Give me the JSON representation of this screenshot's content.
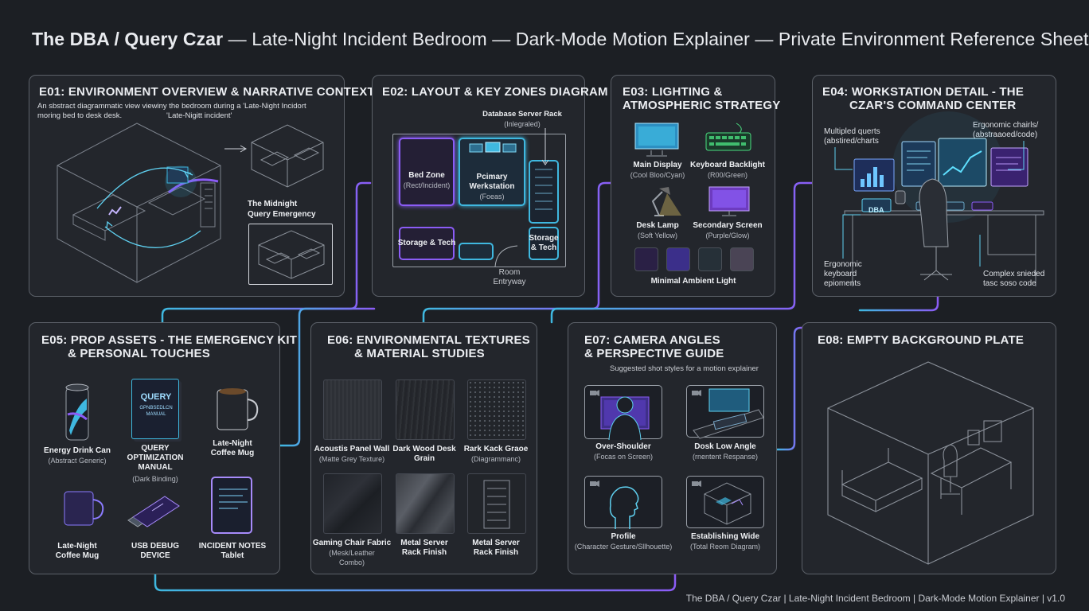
{
  "header": {
    "title_bold": "The DBA / Query Czar",
    "title_rest": " — Late-Night Incident Bedroom — Dark-Mode Motion Explainer — Private Environment Reference Sheet"
  },
  "footer": "The DBA / Query Czar | Late-Night Incident Bedroom | Dark-Mode Motion Explainer | v1.0",
  "colors": {
    "bg": "#1c1f24",
    "panel": "#23262c",
    "border": "#5b6068",
    "accent_cyan": "#3fb8e0",
    "accent_purple": "#8b5cf6"
  },
  "e01": {
    "title": "E01: ENVIRONMENT OVERVIEW & NARRATIVE CONTEXT",
    "desc1": "An sbstract diagrammatic view viewiny the bedroom during a 'Late-Night Incidort",
    "desc2": "moring bed to desk desk.",
    "desc3": "'Late-Nigitt incident'",
    "inset1": "The Midnight",
    "inset2": "Query Emergency"
  },
  "e02": {
    "title": "E02: LAYOUT & KEY ZONES DIAGRAM",
    "rack1": "Database Server Rack",
    "rack2": "(Inlegraled)",
    "bed1": "Bed Zone",
    "bed2": "(Rect/Incident)",
    "ws1": "Pcimary",
    "ws2": "Werkstation",
    "ws3": "(Foeas)",
    "st1": "Storage & Tech",
    "st2a": "Storage",
    "st2b": "& Tech",
    "entry1": "Room",
    "entry2": "Entryway"
  },
  "e03": {
    "title1": "E03: LIGHTING &",
    "title2": "ATMOSPHERIC STRATEGY",
    "main1": "Main Display",
    "main2": "(Cool Bloo/Cyan)",
    "kb1": "Keyboard Backlight",
    "kb2": "(R00/Green)",
    "lamp1": "Desk Lamp",
    "lamp2": "(Soft Yellow)",
    "sec1": "Secondary Screen",
    "sec2": "(Purple/Glow)",
    "ambient": "Minimal Ambient Light",
    "swatches": [
      "#2a2045",
      "#3b2f8a",
      "#263038",
      "#4a4455"
    ]
  },
  "e04": {
    "title1": "E04: WORKSTATION DETAIL - THE",
    "title2": "CZAR'S COMMAND CENTER",
    "l1a": "Multipled querts",
    "l1b": "(abstired/charts",
    "l2a": "Ergonomic chairls/",
    "l2b": "(abstraaoed/code)",
    "l3a": "Ergonomic",
    "l3b": "keyboard",
    "l3c": "epioments",
    "l4a": "Complex snieded",
    "l4b": "tasc soso code",
    "mug": "DBA"
  },
  "e05": {
    "title1": "E05: PROP ASSETS - THE EMERGENCY KIT",
    "title2": "& PERSONAL TOUCHES",
    "can1": "Energy Drink Can",
    "can2": "(Abstract Generic)",
    "book_cover1": "QUERY",
    "book_cover2": "GPNBSEDLCN",
    "book_cover3": "MANUAL",
    "man1": "QUERY",
    "man2": "OPTIMIZATION",
    "man3": "MANUAL",
    "man4": "(Dark Binding)",
    "mugA1": "Late-Night",
    "mugA2": "Coffee Mug",
    "mugB1": "Late-Night",
    "mugB2": "Coffee Mug",
    "usb1": "USB DEBUG",
    "usb2": "DEVICE",
    "tab1": "INCIDENT NOTES",
    "tab2": "Tablet"
  },
  "e06": {
    "title1": "E06: ENVIRONMENTAL TEXTURES",
    "title2": "& MATERIAL STUDIES",
    "t1a": "Acoustis Panel Wall",
    "t1b": "(Matte Grey Texture)",
    "t2a": "Dark Wood Desk",
    "t2b": "Grain",
    "t3a": "Rark Kack Graoe",
    "t3b": "(Diagrammanc)",
    "t4a": "Gaming Chair Fabric",
    "t4b": "(Mesk/Leather",
    "t4c": "Combo)",
    "t5a": "Metal Server",
    "t5b": "Rack Finish",
    "t6a": "Metal Server",
    "t6b": "Rack Finish"
  },
  "e07": {
    "title1": "E07: CAMERA ANGLES",
    "title2": "& PERSPECTIVE GUIDE",
    "desc": "Suggested shot styles for a motion explainer",
    "c1a": "Over-Shoulder",
    "c1b": "(Focas on Screen)",
    "c2a": "Dosk Low Angle",
    "c2b": "(rnentent Respanse)",
    "c3a": "Profile",
    "c3b": "(Character Gesture/Sllhouette)",
    "c4a": "Establishing Wide",
    "c4b": "(Total Reom Diagram)"
  },
  "e08": {
    "title": "E08: EMPTY BACKGROUND PLATE"
  }
}
